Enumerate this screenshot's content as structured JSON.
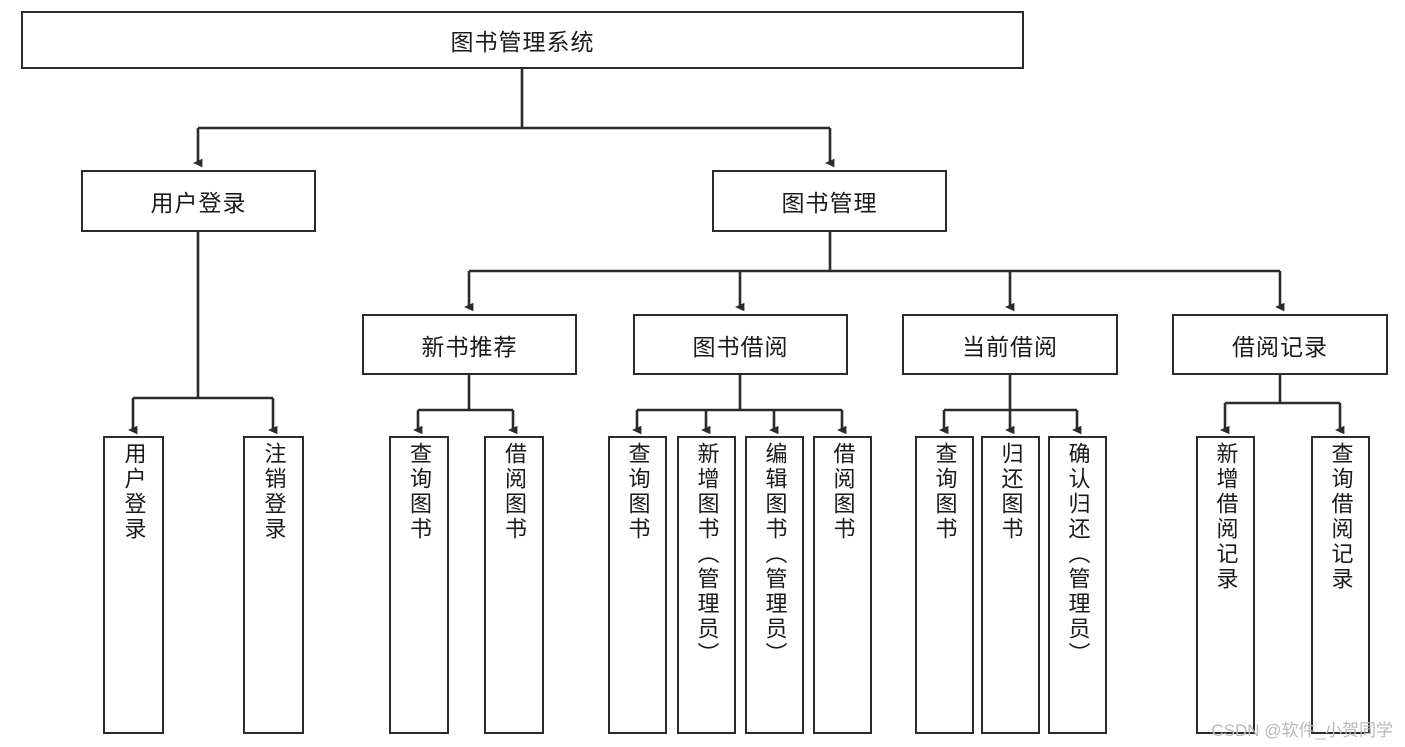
{
  "diagram": {
    "title_node": {
      "label": "图书管理系统"
    },
    "level2": [
      {
        "id": "user-login",
        "label": "用户登录"
      },
      {
        "id": "book-manage",
        "label": "图书管理"
      }
    ],
    "level3": [
      {
        "id": "new-book-recommend",
        "label": "新书推荐"
      },
      {
        "id": "book-borrow",
        "label": "图书借阅"
      },
      {
        "id": "current-borrow",
        "label": "当前借阅"
      },
      {
        "id": "borrow-record",
        "label": "借阅记录"
      }
    ],
    "leaves": {
      "user_login": [
        {
          "id": "leaf-user-login",
          "label": "用户登录"
        },
        {
          "id": "leaf-logout-login",
          "label": "注销登录"
        }
      ],
      "new_book_recommend": [
        {
          "id": "leaf-query-book-1",
          "label": "查询图书"
        },
        {
          "id": "leaf-borrow-book-1",
          "label": "借阅图书"
        }
      ],
      "book_borrow": [
        {
          "id": "leaf-query-book-2",
          "label": "查询图书"
        },
        {
          "id": "leaf-add-book",
          "label": "新增图书（管理员）"
        },
        {
          "id": "leaf-edit-book",
          "label": "编辑图书（管理员）"
        },
        {
          "id": "leaf-borrow-book-2",
          "label": "借阅图书"
        }
      ],
      "current_borrow": [
        {
          "id": "leaf-query-book-3",
          "label": "查询图书"
        },
        {
          "id": "leaf-return-book",
          "label": "归还图书"
        },
        {
          "id": "leaf-confirm-return",
          "label": "确认归还（管理员）"
        }
      ],
      "borrow_record": [
        {
          "id": "leaf-add-record",
          "label": "新增借阅记录"
        },
        {
          "id": "leaf-query-record",
          "label": "查询借阅记录"
        }
      ]
    },
    "watermark": "CSDN @软件_小贺同学",
    "colors": {
      "stroke": "#2b2b2b",
      "fill": "#ffffff",
      "text": "#1a1a1a",
      "watermark": "#b9b9b9"
    }
  }
}
